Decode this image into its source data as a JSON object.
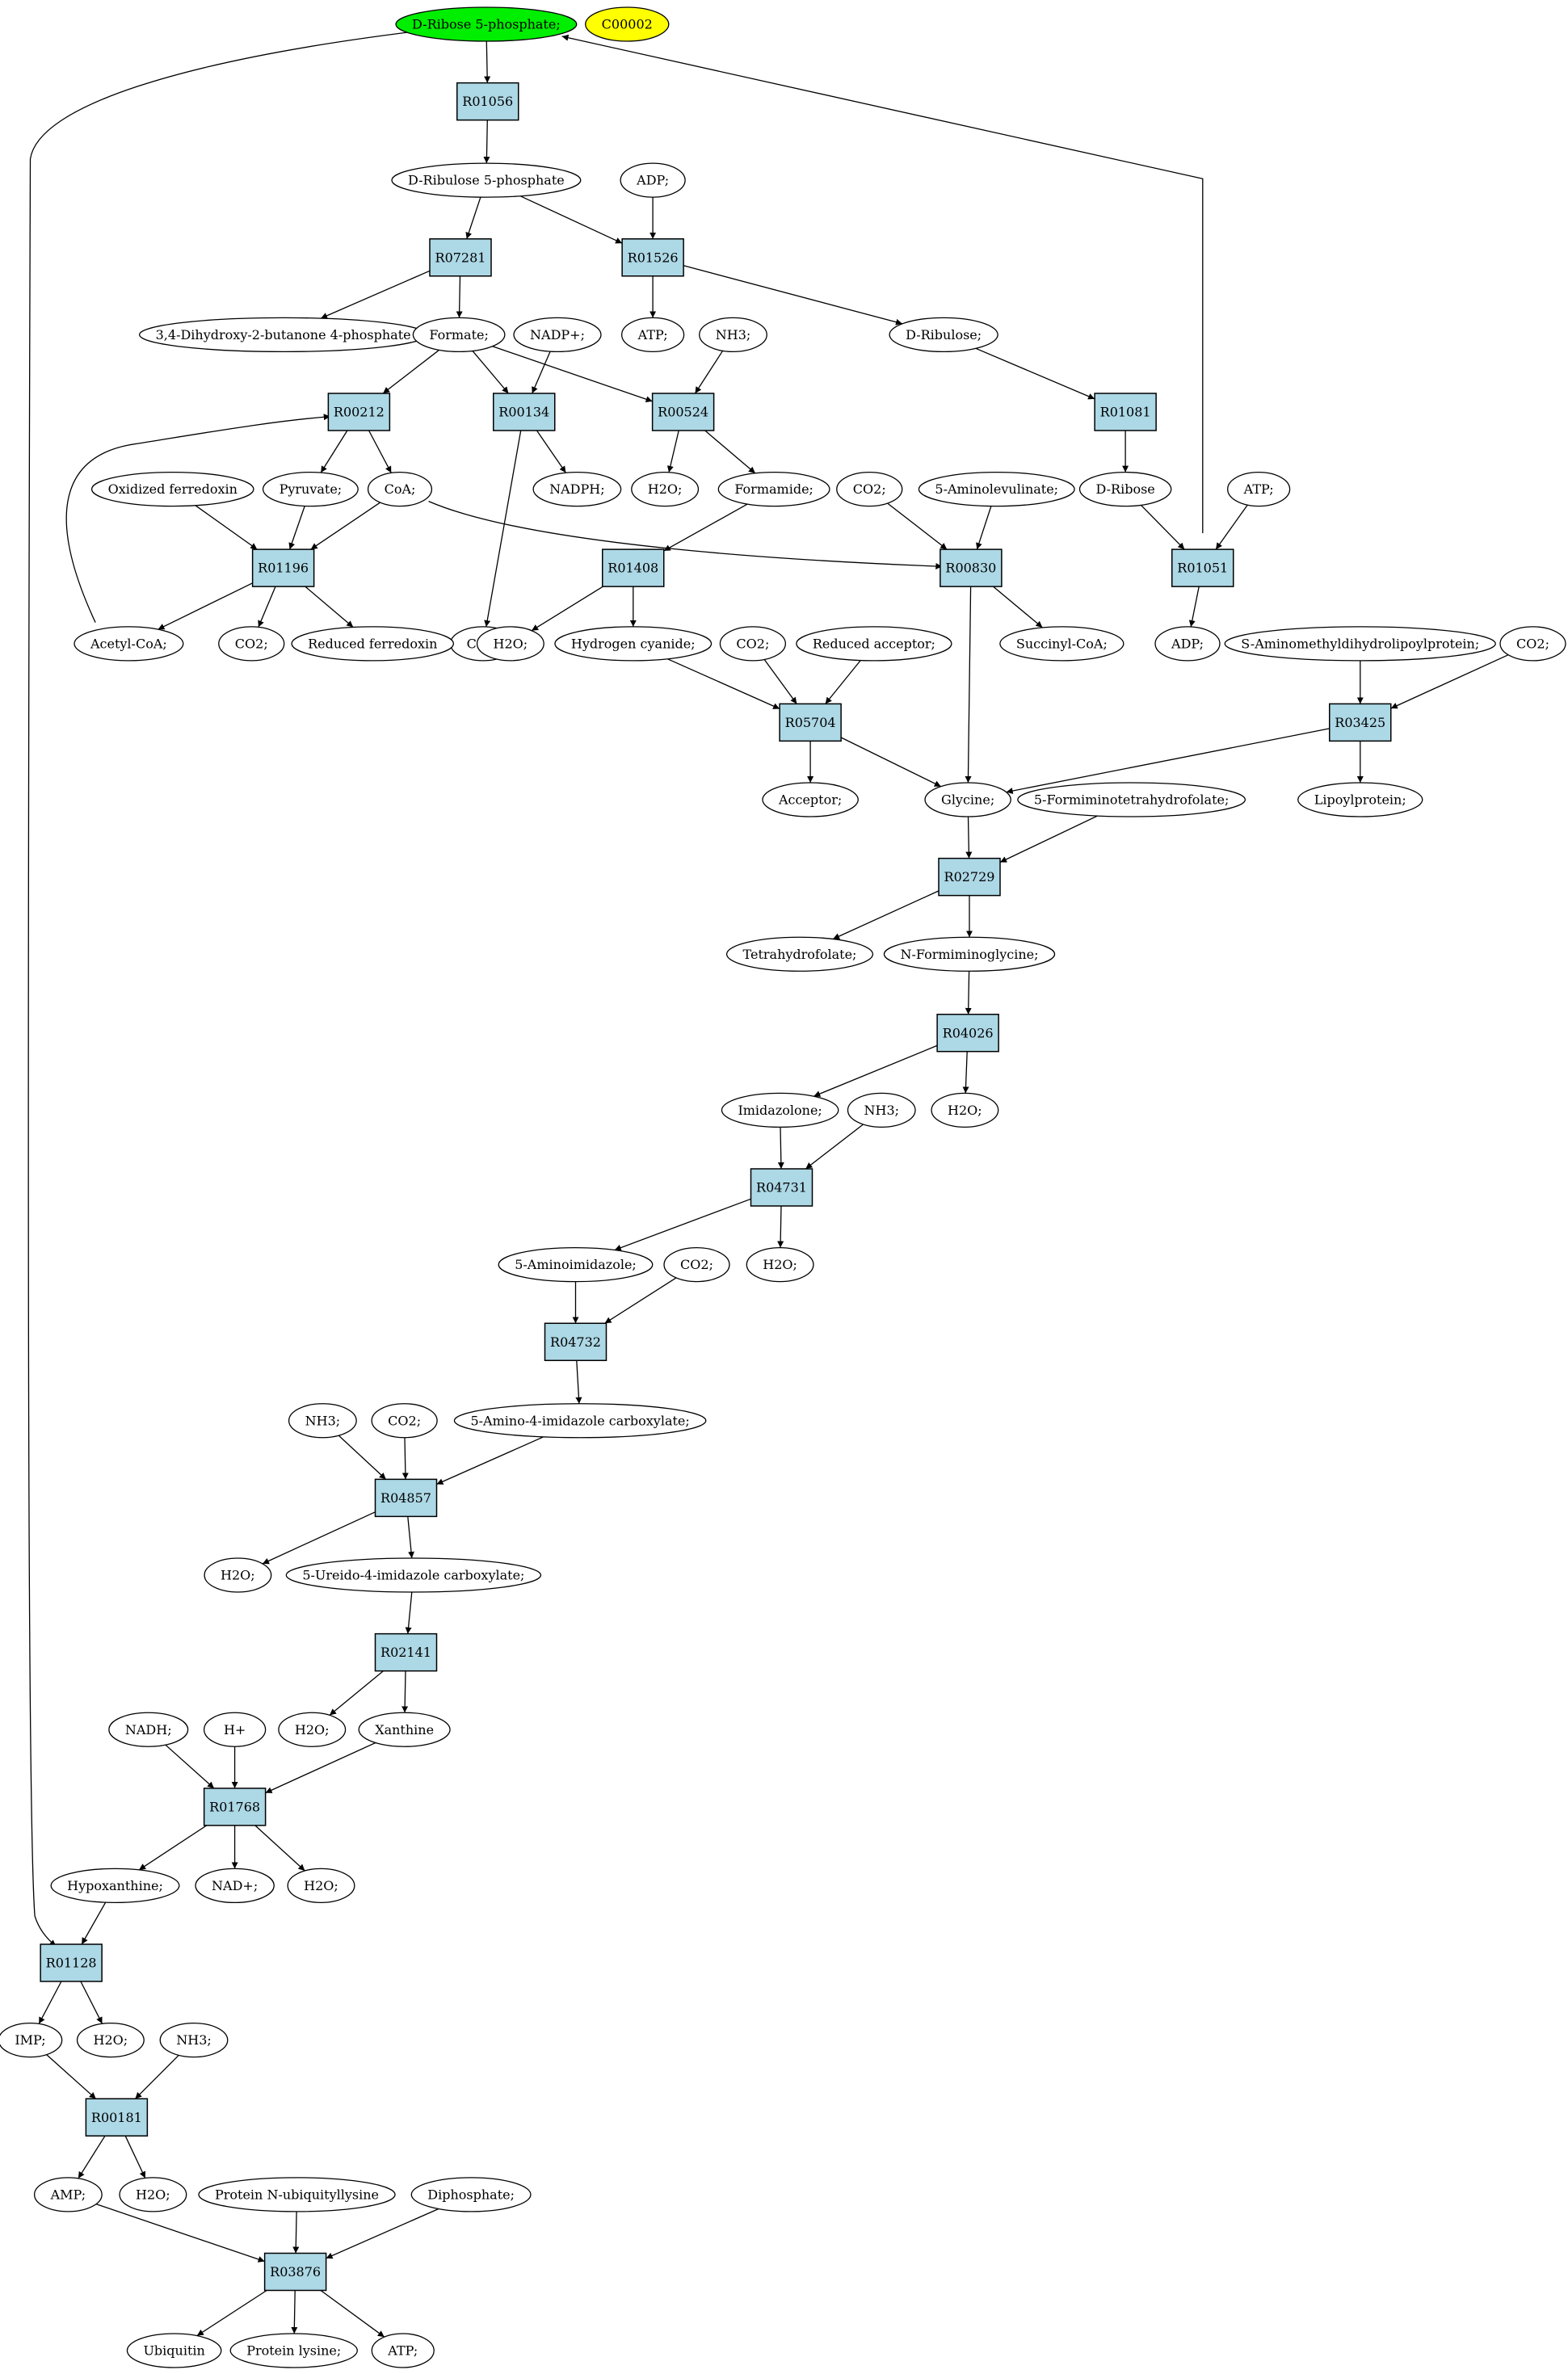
{
  "colors": {
    "reaction_fill": "#add8e6",
    "compound_fill": "#ffffff",
    "source_fill": "#00ee00",
    "legend_fill": "#ffff00",
    "stroke": "#000000"
  },
  "reactions": [
    {
      "id": "r01056",
      "label": "R01056"
    },
    {
      "id": "r07281",
      "label": "R07281"
    },
    {
      "id": "r01526",
      "label": "R01526"
    },
    {
      "id": "r00212",
      "label": "R00212"
    },
    {
      "id": "r00134",
      "label": "R00134"
    },
    {
      "id": "r00524",
      "label": "R00524"
    },
    {
      "id": "r01081",
      "label": "R01081"
    },
    {
      "id": "r01196",
      "label": "R01196"
    },
    {
      "id": "r01408",
      "label": "R01408"
    },
    {
      "id": "r00830",
      "label": "R00830"
    },
    {
      "id": "r01051",
      "label": "R01051"
    },
    {
      "id": "r05704",
      "label": "R05704"
    },
    {
      "id": "r03425",
      "label": "R03425"
    },
    {
      "id": "r02729",
      "label": "R02729"
    },
    {
      "id": "r04026",
      "label": "R04026"
    },
    {
      "id": "r04731",
      "label": "R04731"
    },
    {
      "id": "r04732",
      "label": "R04732"
    },
    {
      "id": "r04857",
      "label": "R04857"
    },
    {
      "id": "r02141",
      "label": "R02141"
    },
    {
      "id": "r01768",
      "label": "R01768"
    },
    {
      "id": "r01128",
      "label": "R01128"
    },
    {
      "id": "r00181",
      "label": "R00181"
    },
    {
      "id": "r03876",
      "label": "R03876"
    }
  ],
  "compounds": [
    {
      "id": "ribose5p",
      "label": "D-Ribose 5-phosphate;",
      "kind": "source"
    },
    {
      "id": "c00002",
      "label": "C00002",
      "kind": "legend"
    },
    {
      "id": "ribulose5p",
      "label": "D-Ribulose 5-phosphate"
    },
    {
      "id": "adp_a",
      "label": "ADP;"
    },
    {
      "id": "dihydroxybutanone",
      "label": "3,4-Dihydroxy-2-butanone 4-phosphate"
    },
    {
      "id": "formate",
      "label": "Formate;"
    },
    {
      "id": "nadp",
      "label": "NADP+;"
    },
    {
      "id": "atp_a",
      "label": "ATP;"
    },
    {
      "id": "nh3_a",
      "label": "NH3;"
    },
    {
      "id": "dribulose",
      "label": "D-Ribulose;"
    },
    {
      "id": "oxferredoxin",
      "label": "Oxidized ferredoxin"
    },
    {
      "id": "pyruvate",
      "label": "Pyruvate;"
    },
    {
      "id": "coa",
      "label": "CoA;"
    },
    {
      "id": "co2_a",
      "label": "CO2;"
    },
    {
      "id": "nadph",
      "label": "NADPH;"
    },
    {
      "id": "h2o_a",
      "label": "H2O;"
    },
    {
      "id": "formamide",
      "label": "Formamide;"
    },
    {
      "id": "co2_b",
      "label": "CO2;"
    },
    {
      "id": "aminolevulinate",
      "label": "5-Aminolevulinate;"
    },
    {
      "id": "dribose",
      "label": "D-Ribose"
    },
    {
      "id": "atp_b",
      "label": "ATP;"
    },
    {
      "id": "acetylcoa",
      "label": "Acetyl-CoA;"
    },
    {
      "id": "co2_c",
      "label": "CO2;"
    },
    {
      "id": "redferredoxin",
      "label": "Reduced ferredoxin"
    },
    {
      "id": "h2o_b",
      "label": "H2O;"
    },
    {
      "id": "hcn",
      "label": "Hydrogen cyanide;"
    },
    {
      "id": "co2_d",
      "label": "CO2;"
    },
    {
      "id": "redacceptor",
      "label": "Reduced acceptor;"
    },
    {
      "id": "succinylcoa",
      "label": "Succinyl-CoA;"
    },
    {
      "id": "adp_b",
      "label": "ADP;"
    },
    {
      "id": "samdlp",
      "label": "S-Aminomethyldihydrolipoylprotein;"
    },
    {
      "id": "co2_e",
      "label": "CO2;"
    },
    {
      "id": "acceptor",
      "label": "Acceptor;"
    },
    {
      "id": "glycine",
      "label": "Glycine;"
    },
    {
      "id": "formiminothf",
      "label": "5-Formiminotetrahydrofolate;"
    },
    {
      "id": "lipoylprotein",
      "label": "Lipoylprotein;"
    },
    {
      "id": "thf",
      "label": "Tetrahydrofolate;"
    },
    {
      "id": "nformiminoglycine",
      "label": "N-Formiminoglycine;"
    },
    {
      "id": "imidazolone",
      "label": "Imidazolone;"
    },
    {
      "id": "nh3_b",
      "label": "NH3;"
    },
    {
      "id": "h2o_c",
      "label": "H2O;"
    },
    {
      "id": "aminoimidazole",
      "label": "5-Aminoimidazole;"
    },
    {
      "id": "co2_f",
      "label": "CO2;"
    },
    {
      "id": "h2o_d",
      "label": "H2O;"
    },
    {
      "id": "aicarboxylate",
      "label": "5-Amino-4-imidazole carboxylate;"
    },
    {
      "id": "nh3_c",
      "label": "NH3;"
    },
    {
      "id": "co2_g",
      "label": "CO2;"
    },
    {
      "id": "h2o_e",
      "label": "H2O;"
    },
    {
      "id": "ureidoimidazole",
      "label": "5-Ureido-4-imidazole carboxylate;"
    },
    {
      "id": "h2o_f",
      "label": "H2O;"
    },
    {
      "id": "xanthine",
      "label": "Xanthine"
    },
    {
      "id": "nadh",
      "label": "NADH;"
    },
    {
      "id": "hplus",
      "label": "H+"
    },
    {
      "id": "hypoxanthine",
      "label": "Hypoxanthine;"
    },
    {
      "id": "nad",
      "label": "NAD+;"
    },
    {
      "id": "h2o_g",
      "label": "H2O;"
    },
    {
      "id": "imp",
      "label": "IMP;"
    },
    {
      "id": "h2o_h",
      "label": "H2O;"
    },
    {
      "id": "nh3_d",
      "label": "NH3;"
    },
    {
      "id": "amp",
      "label": "AMP;"
    },
    {
      "id": "h2o_i",
      "label": "H2O;"
    },
    {
      "id": "protubiquityllysine",
      "label": "Protein N-ubiquityllysine"
    },
    {
      "id": "diphosphate",
      "label": "Diphosphate;"
    },
    {
      "id": "ubiquitin",
      "label": "Ubiquitin"
    },
    {
      "id": "proteinlysine",
      "label": "Protein lysine;"
    },
    {
      "id": "atp_c",
      "label": "ATP;"
    }
  ],
  "edges": [
    [
      "ribose5p",
      "r01056"
    ],
    [
      "r01056",
      "ribulose5p"
    ],
    [
      "ribulose5p",
      "r07281"
    ],
    [
      "ribulose5p",
      "r01526"
    ],
    [
      "adp_a",
      "r01526"
    ],
    [
      "r07281",
      "dihydroxybutanone"
    ],
    [
      "r07281",
      "formate"
    ],
    [
      "r01526",
      "atp_a"
    ],
    [
      "r01526",
      "dribulose"
    ],
    [
      "formate",
      "r00212"
    ],
    [
      "formate",
      "r00134"
    ],
    [
      "formate",
      "r00524"
    ],
    [
      "nadp",
      "r00134"
    ],
    [
      "nh3_a",
      "r00524"
    ],
    [
      "dribulose",
      "r01081"
    ],
    [
      "r00212",
      "pyruvate"
    ],
    [
      "r00212",
      "coa"
    ],
    [
      "r00134",
      "co2_a"
    ],
    [
      "r00134",
      "nadph"
    ],
    [
      "r00524",
      "h2o_a"
    ],
    [
      "r00524",
      "formamide"
    ],
    [
      "r01081",
      "dribose"
    ],
    [
      "oxferredoxin",
      "r01196"
    ],
    [
      "pyruvate",
      "r01196"
    ],
    [
      "coa",
      "r01196"
    ],
    [
      "coa",
      "r00830"
    ],
    [
      "formamide",
      "r01408"
    ],
    [
      "co2_b",
      "r00830"
    ],
    [
      "aminolevulinate",
      "r00830"
    ],
    [
      "dribose",
      "r01051"
    ],
    [
      "atp_b",
      "r01051"
    ],
    [
      "r01051",
      "ribose5p"
    ],
    [
      "r01196",
      "acetylcoa"
    ],
    [
      "r01196",
      "co2_c"
    ],
    [
      "r01196",
      "redferredoxin"
    ],
    [
      "acetylcoa",
      "r00212"
    ],
    [
      "r01408",
      "h2o_b"
    ],
    [
      "r01408",
      "hcn"
    ],
    [
      "r00830",
      "succinylcoa"
    ],
    [
      "r00830",
      "glycine"
    ],
    [
      "r01051",
      "adp_b"
    ],
    [
      "hcn",
      "r05704"
    ],
    [
      "co2_d",
      "r05704"
    ],
    [
      "redacceptor",
      "r05704"
    ],
    [
      "samdlp",
      "r03425"
    ],
    [
      "co2_e",
      "r03425"
    ],
    [
      "r05704",
      "acceptor"
    ],
    [
      "r05704",
      "glycine"
    ],
    [
      "r03425",
      "glycine"
    ],
    [
      "r03425",
      "lipoylprotein"
    ],
    [
      "glycine",
      "r02729"
    ],
    [
      "formiminothf",
      "r02729"
    ],
    [
      "r02729",
      "thf"
    ],
    [
      "r02729",
      "nformiminoglycine"
    ],
    [
      "nformiminoglycine",
      "r04026"
    ],
    [
      "r04026",
      "imidazolone"
    ],
    [
      "r04026",
      "h2o_c"
    ],
    [
      "imidazolone",
      "r04731"
    ],
    [
      "nh3_b",
      "r04731"
    ],
    [
      "r04731",
      "aminoimidazole"
    ],
    [
      "r04731",
      "h2o_d"
    ],
    [
      "aminoimidazole",
      "r04732"
    ],
    [
      "co2_f",
      "r04732"
    ],
    [
      "r04732",
      "aicarboxylate"
    ],
    [
      "nh3_c",
      "r04857"
    ],
    [
      "co2_g",
      "r04857"
    ],
    [
      "aicarboxylate",
      "r04857"
    ],
    [
      "r04857",
      "h2o_e"
    ],
    [
      "r04857",
      "ureidoimidazole"
    ],
    [
      "ureidoimidazole",
      "r02141"
    ],
    [
      "r02141",
      "h2o_f"
    ],
    [
      "r02141",
      "xanthine"
    ],
    [
      "nadh",
      "r01768"
    ],
    [
      "hplus",
      "r01768"
    ],
    [
      "xanthine",
      "r01768"
    ],
    [
      "r01768",
      "hypoxanthine"
    ],
    [
      "r01768",
      "nad"
    ],
    [
      "r01768",
      "h2o_g"
    ],
    [
      "hypoxanthine",
      "r01128"
    ],
    [
      "ribose5p",
      "r01128"
    ],
    [
      "r01128",
      "imp"
    ],
    [
      "r01128",
      "h2o_h"
    ],
    [
      "imp",
      "r00181"
    ],
    [
      "nh3_d",
      "r00181"
    ],
    [
      "r00181",
      "amp"
    ],
    [
      "r00181",
      "h2o_i"
    ],
    [
      "amp",
      "r03876"
    ],
    [
      "protubiquityllysine",
      "r03876"
    ],
    [
      "diphosphate",
      "r03876"
    ],
    [
      "r03876",
      "ubiquitin"
    ],
    [
      "r03876",
      "proteinlysine"
    ],
    [
      "r03876",
      "atp_c"
    ]
  ]
}
